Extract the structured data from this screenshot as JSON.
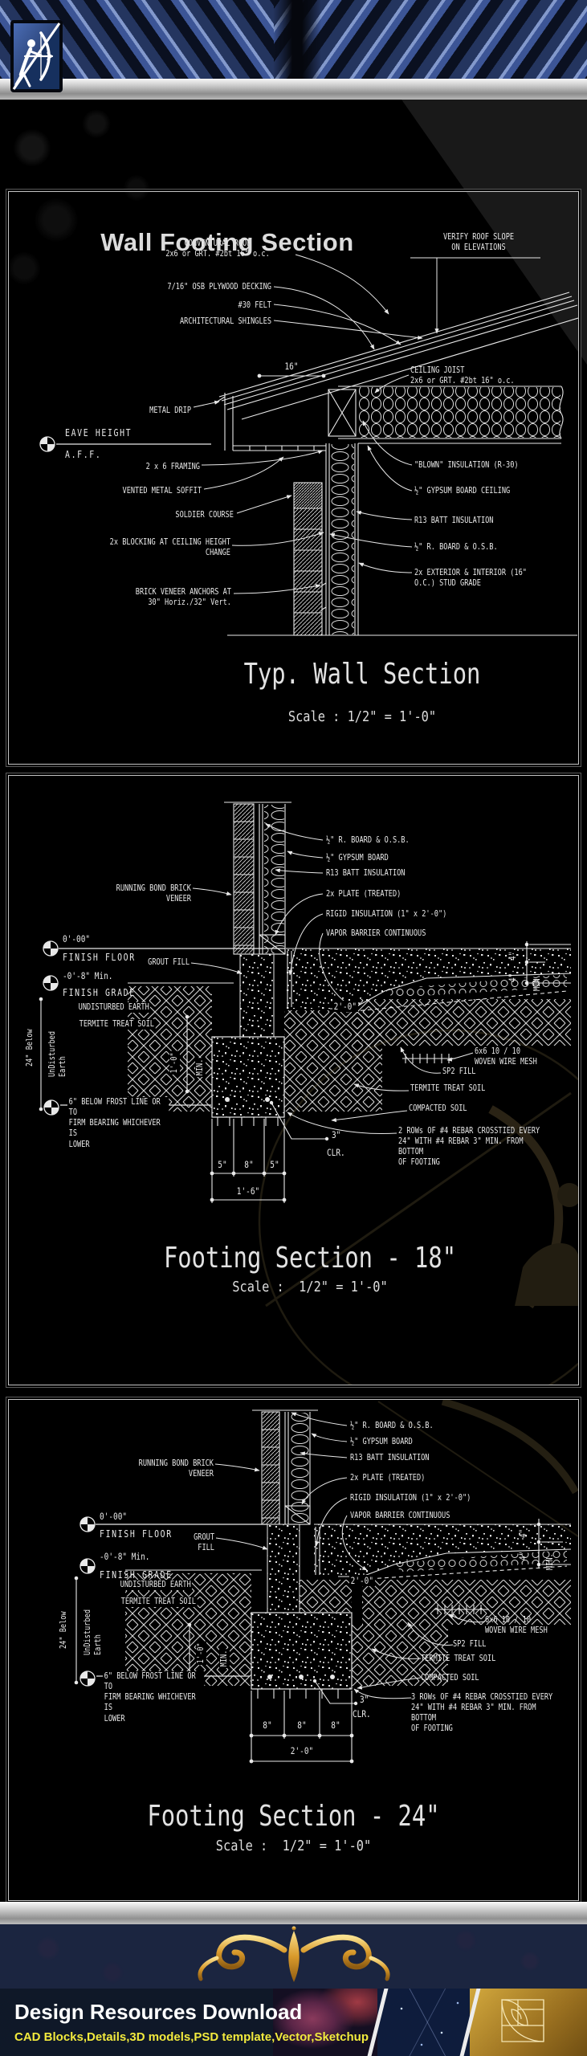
{
  "header": {
    "title": "Wall Footing Section"
  },
  "icons": {
    "logo": "archer-bow-logo",
    "datum": "datum-target-symbol"
  },
  "colors": {
    "line": "#e8e8e8",
    "gold": "#d9a741",
    "subtitle_yellow": "#f2ea3d",
    "panel_border": "#c4c4c4"
  },
  "p1": {
    "title": "Typ. Wall Section",
    "scale": "Scale : 1/2\" = 1'-0\"",
    "labels": {
      "conv_roof": "CONVENTURAL ROOF\n2x6 or GRT. #2bt 16\" o.c.",
      "verify": "VERIFY ROOF SLOPE\nON ELEVATIONS",
      "osb": "7/16\" OSB PLYWOOD DECKING",
      "felt": "#30 FELT",
      "shingles": "ARCHITECTURAL SHINGLES",
      "dim16": "16\"",
      "metal_drip": "METAL DRIP",
      "eave": "EAVE HEIGHT",
      "aff": "A.F.F.",
      "framing": "2 x 6 FRAMING",
      "soffit": "VENTED METAL SOFFIT",
      "soldier": "SOLDIER COURSE",
      "blocking": "2x BLOCKING AT CEILING HEIGHT\nCHANGE",
      "anchors": "BRICK VENEER ANCHORS AT\n30\" Horiz./32\" Vert.",
      "joist": "CEILING JOIST\n2x6 or GRT. #2bt 16\" o.c.",
      "blown": "\"BLOWN\" INSULATION (R-30)",
      "gyp_ceiling": "½\" GYPSUM BOARD CEILING",
      "batt": "R13 BATT INSULATION",
      "rboard": "½\" R. BOARD & O.S.B.",
      "studs": "2x EXTERIOR & INTERIOR (16\"\nO.C.) STUD GRADE"
    }
  },
  "p2": {
    "title": "Footing Section - 18\"",
    "scale": "Scale :  1/2\" = 1'-0\"",
    "labels": {
      "rboard": "½\" R. BOARD & O.S.B.",
      "gyp": "½\" GYPSUM BOARD",
      "batt": "R13 BATT INSULATION",
      "plate": "2x PLATE (TREATED)",
      "rigid": "RIGID INSULATION (1\" x 2'-0\")",
      "vapor": "VAPOR BARRIER CONTINUOUS",
      "brick": "RUNNING BOND BRICK VENEER",
      "ff_elev": "0'-00\"",
      "ff": "FINISH FLOOR",
      "grout": "GROUT FILL",
      "fg_elev": "-0'-8\" Min.",
      "fg": "FINISH GRADE",
      "undisturbed": "UNDISTURBED EARTH",
      "termite_l": "TERMITE TREAT SOIL",
      "below24": "24\" Below",
      "undist_v": "UnDisturbed\nEarth",
      "depth": "1'-0\"",
      "min_in": "MIN.",
      "frost": "6\" BELOW FROST LINE  OR TO\nFIRM BEARING WHICHEVER IS\nLOWER",
      "mesh": "6x6 10 / 10\nWOVEN WIRE MESH",
      "sp2": "SP2 FILL",
      "termite_r": "TERMITE TREAT SOIL",
      "compacted": "COMPACTED SOIL",
      "rebar": "2 ROWs OF #4 REBAR CROSSTIED EVERY\n24\" WITH #4 REBAR 3\" MIN. FROM BOTTOM\nOF FOOTING",
      "clr3": "3\"",
      "clr": "CLR.",
      "t4a": "4\"",
      "t4b": "4\"",
      "min_r": "MIN.",
      "slabdim": "2'-0\"",
      "d5a": "5\"",
      "d8": "8\"",
      "d5b": "5\"",
      "total": "1'-6\""
    }
  },
  "p3": {
    "title": "Footing Section - 24\"",
    "scale": "Scale :  1/2\" = 1'-0\"",
    "labels": {
      "rboard": "½\" R. BOARD & O.S.B.",
      "gyp": "½\" GYPSUM BOARD",
      "batt": "R13 BATT INSULATION",
      "plate": "2x PLATE (TREATED)",
      "rigid": "RIGID INSULATION (1\" x 2'-0\")",
      "vapor": "VAPOR BARRIER CONTINUOUS",
      "brick": "RUNNING BOND BRICK VENEER",
      "ff_elev": "0'-00\"",
      "ff": "FINISH FLOOR",
      "grout": "GROUT FILL",
      "fg_elev": "-0'-8\" Min.",
      "fg": "FINISH GRADE",
      "undisturbed": "UNDISTURBED EARTH",
      "termite_l": "TERMITE TREAT SOIL",
      "below24": "24\" Below",
      "undist_v": "UnDisturbed\nEarth",
      "depth": "1'-0\"",
      "min_in": "MIN.",
      "frost": "6\" BELOW FROST LINE  OR TO\nFIRM BEARING WHICHEVER IS\nLOWER",
      "mesh": "6x6 10 / 10\nWOVEN WIRE MESH",
      "sp2": "SP2 FILL",
      "termite_r": "TERMITE TREAT SOIL",
      "compacted": "COMPACTED SOIL",
      "rebar": "3 ROWs OF #4 REBAR CROSSTIED EVERY\n24\" WITH #4 REBAR 3\" MIN. FROM BOTTOM\nOF FOOTING",
      "clr3": "3\"",
      "clr": "CLR.",
      "t4a": "4\"",
      "t4b": "4\"",
      "min_r": "MIN.",
      "slabdim": "2'-0\"",
      "d8a": "8\"",
      "d8b": "8\"",
      "d8c": "8\"",
      "total": "2'-0\""
    }
  },
  "footer": {
    "title": "Design Resources Download",
    "subtitle": "CAD Blocks,Details,3D models,PSD template,Vector,Sketchup"
  }
}
